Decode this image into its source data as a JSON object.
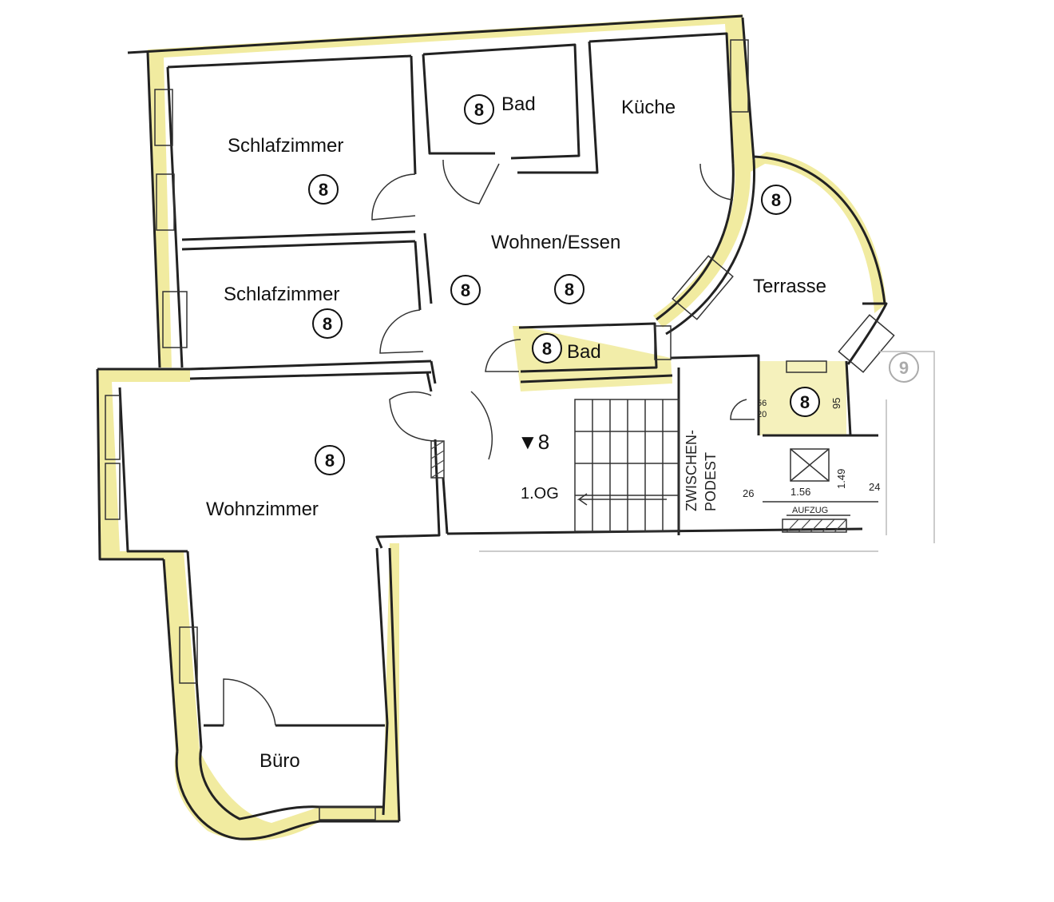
{
  "rooms": {
    "schlafzimmer_1": "Schlafzimmer",
    "schlafzimmer_2": "Schlafzimmer",
    "bad_1": "Bad",
    "kueche": "Küche",
    "wohnen_essen": "Wohnen/Essen",
    "terrasse": "Terrasse",
    "bad_2": "Bad",
    "wohnzimmer": "Wohnzimmer",
    "buero": "Büro"
  },
  "markers": {
    "room_number": "8",
    "neighbor_number": "9",
    "floor_level": "▼8",
    "floor_name": "1.OG"
  },
  "stair": {
    "landing_label_line1": "ZWISCHEN-",
    "landing_label_line2": "PODEST"
  },
  "elevator": {
    "label": "AUFZUG",
    "dim_width": "1.56",
    "dim_height": "1.49",
    "dim_a": "26",
    "dim_b": "24",
    "dim_c": "95",
    "dim_d": "56",
    "dim_e": "20"
  },
  "colors": {
    "wall_highlight": "#f1eba0",
    "line": "#222222"
  }
}
